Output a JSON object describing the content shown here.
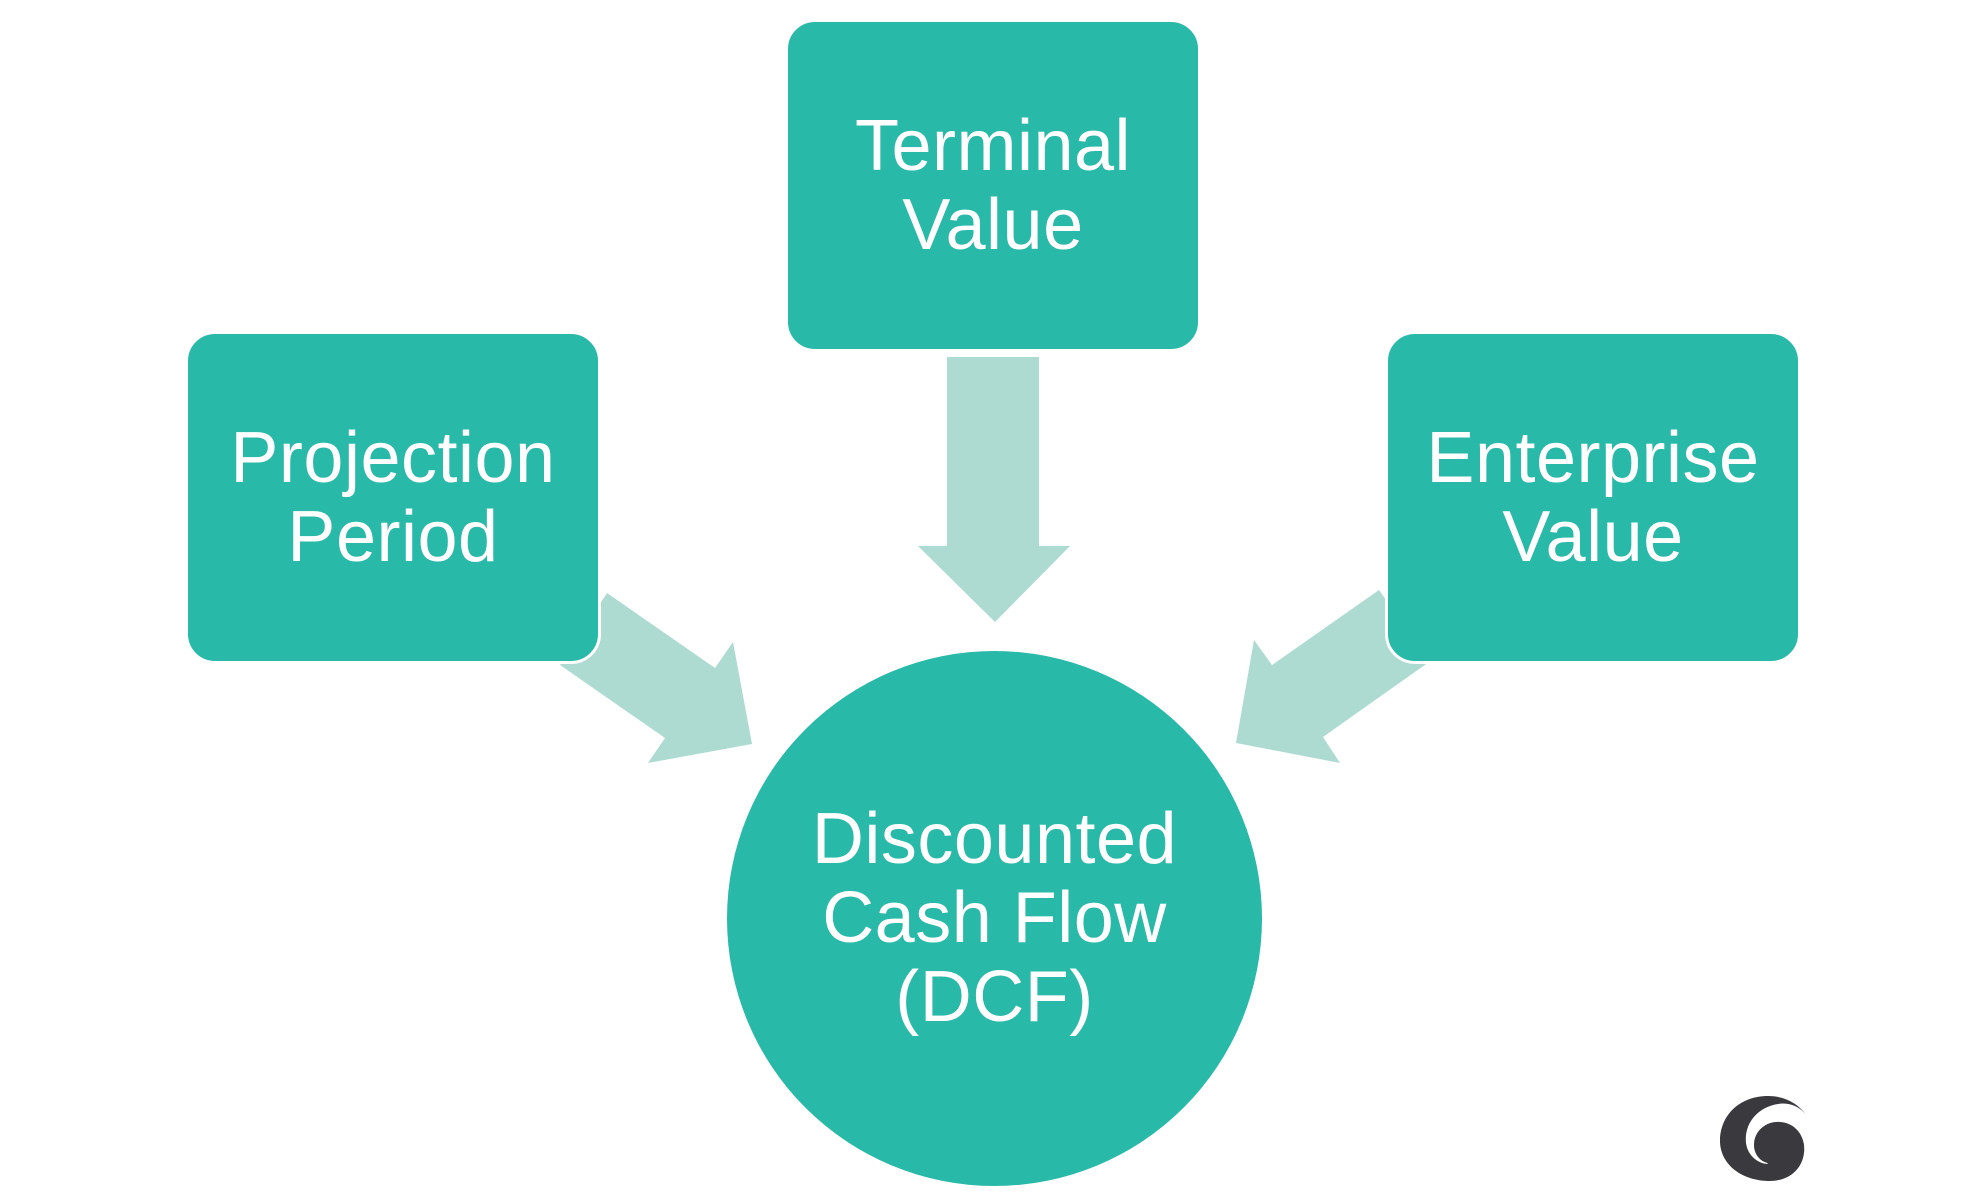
{
  "colors": {
    "node_fill": "#28b9a8",
    "arrow_fill": "#addbd2",
    "text": "#ffffff",
    "logo": "#3a3a3e"
  },
  "nodes": {
    "terminal_value": {
      "line1": "Terminal",
      "line2": "Value"
    },
    "projection_period": {
      "line1": "Projection",
      "line2": "Period"
    },
    "enterprise_value": {
      "line1": "Enterprise",
      "line2": "Value"
    },
    "dcf": {
      "line1": "Discounted",
      "line2": "Cash Flow",
      "line3": "(DCF)"
    }
  },
  "edges": [
    {
      "from": "terminal_value",
      "to": "dcf"
    },
    {
      "from": "projection_period",
      "to": "dcf"
    },
    {
      "from": "enterprise_value",
      "to": "dcf"
    }
  ],
  "logo_icon": "logo-icon"
}
